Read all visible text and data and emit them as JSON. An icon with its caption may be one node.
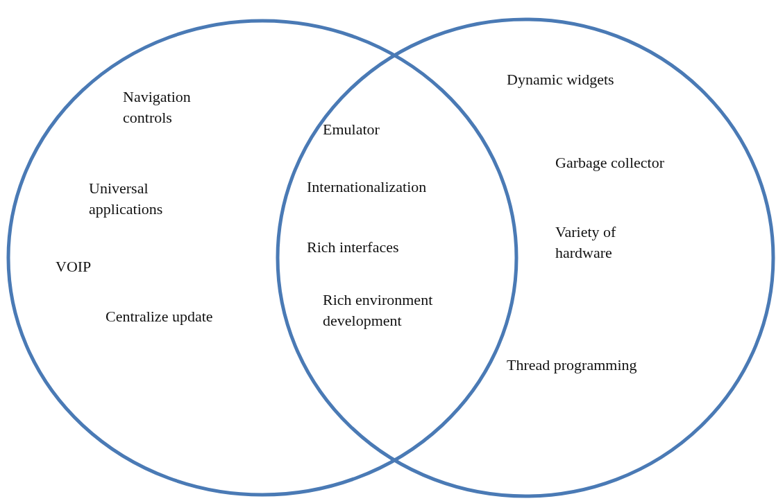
{
  "diagram": {
    "labels": [
      "Navigation controls",
      "Universal applications",
      "VOIP",
      "Centralize update",
      "Emulator",
      "Internationalization",
      "Rich interfaces",
      "Rich environment development",
      "Dynamic widgets",
      "Garbage collector",
      "Variety of hardware",
      "Thread programming"
    ]
  }
}
